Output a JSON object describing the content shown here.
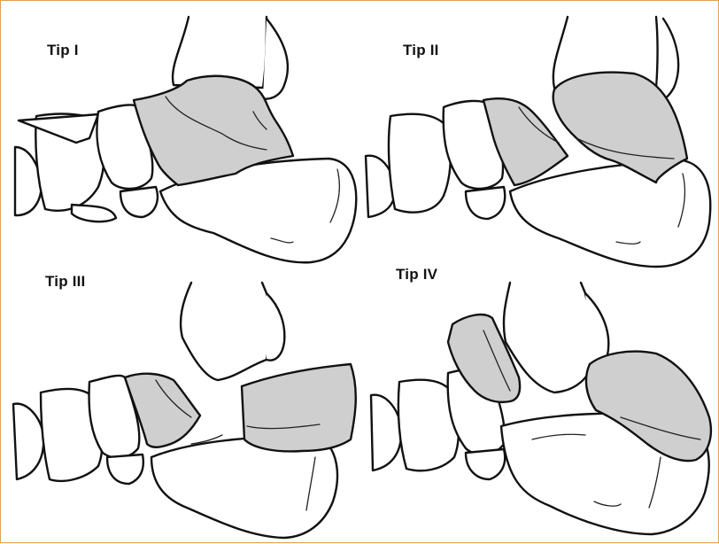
{
  "colors": {
    "shade": "#cfcfcf",
    "outline": "#111111",
    "frame": "#e0a055",
    "label": "#111111"
  },
  "panels": [
    {
      "label": "Tip I"
    },
    {
      "label": "Tip II"
    },
    {
      "label": "Tip III"
    },
    {
      "label": "Tip IV"
    }
  ]
}
